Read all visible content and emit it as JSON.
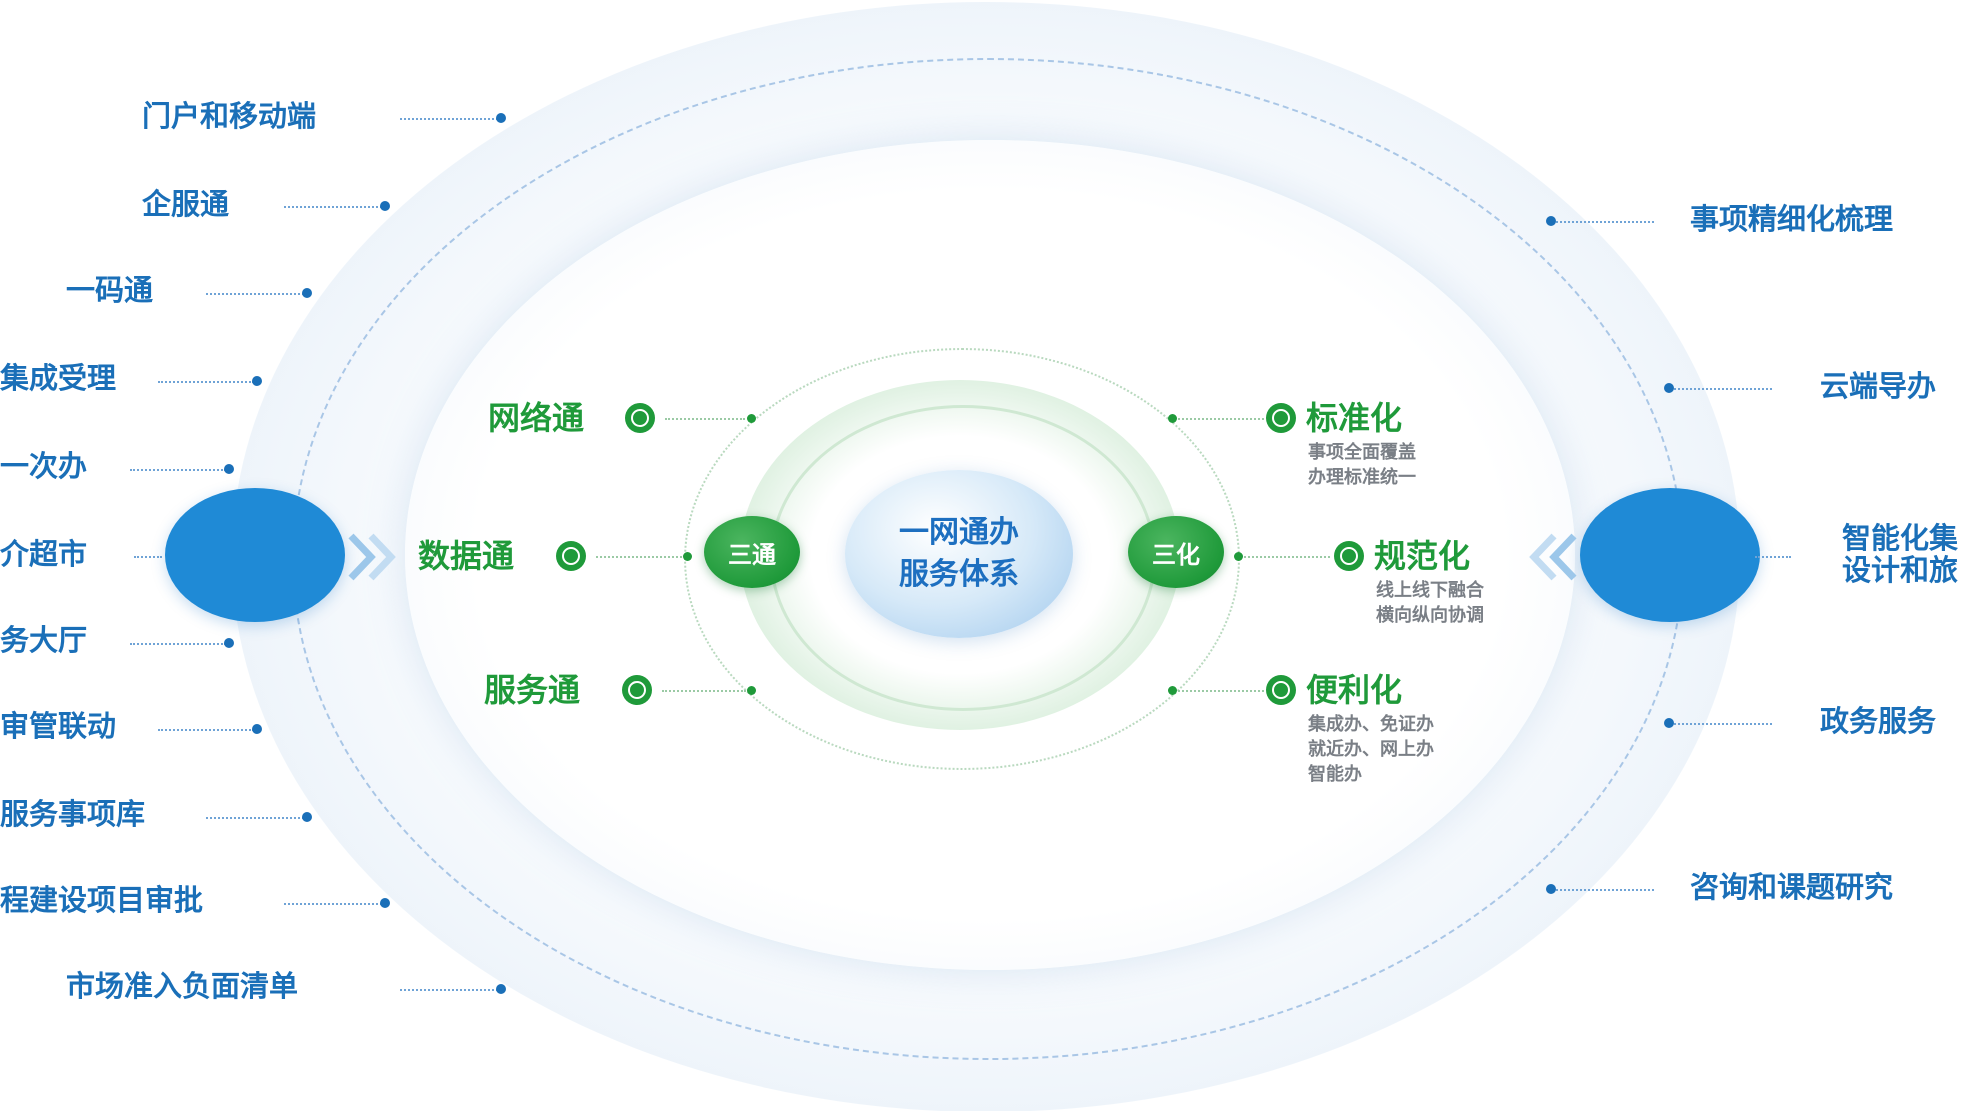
{
  "center": {
    "line1": "一网通办",
    "line2": "服务体系"
  },
  "nodes": {
    "left": "三通",
    "right": "三化"
  },
  "san_tong": [
    {
      "label": "网络通"
    },
    {
      "label": "数据通"
    },
    {
      "label": "服务通"
    }
  ],
  "san_hua": [
    {
      "label": "标准化",
      "sub1": "事项全面覆盖",
      "sub2": "办理标准统一",
      "sub3": ""
    },
    {
      "label": "规范化",
      "sub1": "线上线下融合",
      "sub2": "横向纵向协调",
      "sub3": ""
    },
    {
      "label": "便利化",
      "sub1": "集成办、免证办",
      "sub2": "就近办、网上办",
      "sub3": "智能办"
    }
  ],
  "left_items": [
    "门户和移动端",
    "企服通",
    "一码通",
    "集成受理",
    "一次办",
    "中介超市",
    "政务大厅",
    "审管联动",
    "服务事项库",
    "工程建设项目审批",
    "市场准入负面清单"
  ],
  "left_items_visible": [
    "门户和移动端",
    "企服通",
    "一码通",
    "集成受理",
    "一次办",
    "介超市",
    "务大厅",
    "审管联动",
    "服务事项库",
    "程建设项目审批",
    "市场准入负面清单"
  ],
  "right_items": {
    "r1": "事项精细化梳理",
    "r2": "云端导办",
    "r3a": "智能化集",
    "r3b": "设计和旅",
    "r4": "政务服务",
    "r5": "咨询和课题研究"
  },
  "colors": {
    "blue_text": "#1a6fb8",
    "green": "#1f9a3a",
    "big_node_blue": "#1f8ad6",
    "gray_sub": "#7a7f86"
  }
}
